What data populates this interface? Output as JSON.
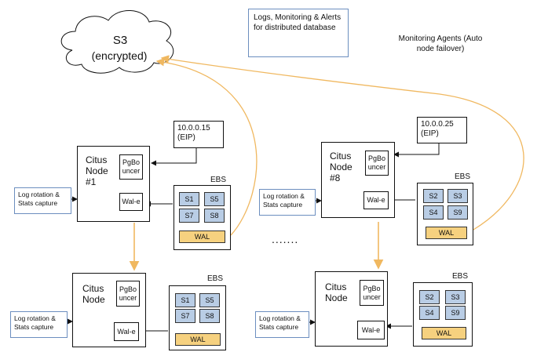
{
  "s3": {
    "title": "S3",
    "subtitle": "(encrypted)"
  },
  "logs_monitoring": "Logs, Monitoring & Alerts for distributed database",
  "monitoring_agents": "Monitoring Agents (Auto node failover)",
  "ellipsis": ".......",
  "ebs_label": "EBS",
  "citus_node_text": "Citus Node",
  "pgbouncer_text": "PgBo uncer",
  "wale_text": "Wal-e",
  "wal_text": "WAL",
  "log_rotation_text": "Log rotation & Stats capture",
  "nodes": [
    {
      "title": "Citus Node #1",
      "ip": "10.0.0.15 (EIP)",
      "shards": [
        "S1",
        "S5",
        "S7",
        "S8"
      ]
    },
    {
      "title": "Citus Node #8",
      "ip": "10.0.0.25 (EIP)",
      "shards": [
        "S2",
        "S3",
        "S4",
        "S9"
      ]
    },
    {
      "title": "Citus Node",
      "shards": [
        "S1",
        "S5",
        "S7",
        "S8"
      ]
    },
    {
      "title": "Citus Node",
      "shards": [
        "S2",
        "S3",
        "S4",
        "S9"
      ]
    }
  ],
  "colors": {
    "arrow_orange": "#f0b860",
    "shard_fill": "#b9cde5",
    "wal_fill": "#f6d17f",
    "note_border": "#6c8ebf"
  }
}
